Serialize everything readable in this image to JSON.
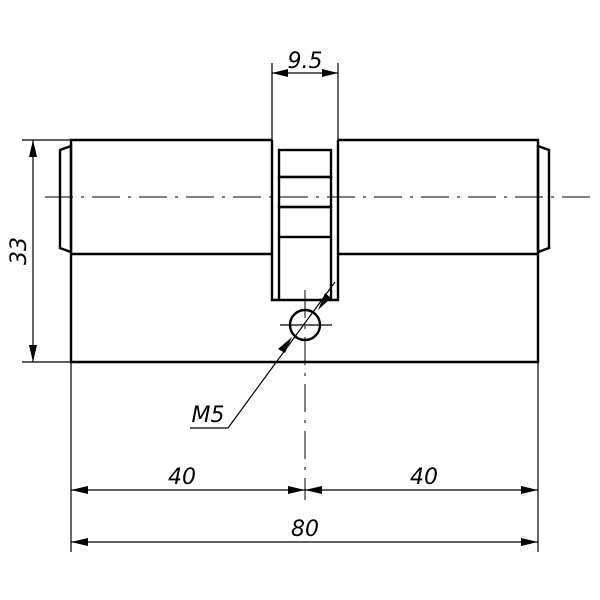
{
  "drawing": {
    "dimensions": {
      "cam_width": "9.5",
      "height": "33",
      "left_length": "40",
      "right_length": "40",
      "total_length": "80",
      "screw_thread": "M5"
    }
  }
}
